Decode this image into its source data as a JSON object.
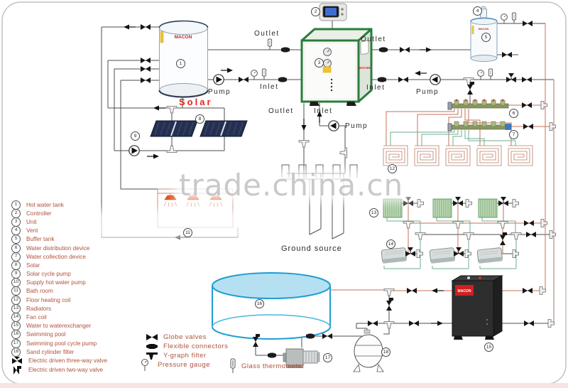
{
  "watermark": "trade.china.cn",
  "brand": "MACON",
  "labels": {
    "solar": "Solar",
    "pump": "Pump",
    "outlet": "Outlet",
    "inlet": "Inlet",
    "ground_source": "Ground source"
  },
  "legend": {
    "numbered": [
      {
        "num": "1",
        "label": "Hot water tank"
      },
      {
        "num": "2",
        "label": "Controller"
      },
      {
        "num": "3",
        "label": "Unit"
      },
      {
        "num": "4",
        "label": "Vent"
      },
      {
        "num": "5",
        "label": "Buffer tank"
      },
      {
        "num": "6",
        "label": "Water distribution device"
      },
      {
        "num": "7",
        "label": "Water collection device"
      },
      {
        "num": "8",
        "label": "Solar"
      },
      {
        "num": "9",
        "label": "Solar cycle pump"
      },
      {
        "num": "10",
        "label": "Supply hot water pump"
      },
      {
        "num": "11",
        "label": "Bath room"
      },
      {
        "num": "12",
        "label": "Floor heating coil"
      },
      {
        "num": "13",
        "label": "Radiators"
      },
      {
        "num": "14",
        "label": "Fan coil"
      },
      {
        "num": "15",
        "label": "Water to waterexchanger"
      },
      {
        "num": "16",
        "label": "Swimming pool"
      },
      {
        "num": "17",
        "label": "Swimming pool cycle pump"
      },
      {
        "num": "18",
        "label": "Sand cylinder filter"
      }
    ],
    "valve_items": [
      {
        "label": "Electric driven three-way valve"
      },
      {
        "label": "Electric driven two-way valve"
      }
    ],
    "symbol_items": [
      {
        "label": "Globe valves"
      },
      {
        "label": "Flexible connectors"
      },
      {
        "label": "Y-graph filter"
      },
      {
        "label": "Pressure gauge"
      },
      {
        "label": "Glass thermometer"
      }
    ]
  },
  "colors": {
    "hot_pipe": "#c4705a",
    "return_pipe": "#6fae91",
    "pool_blue": "#1f9ed1",
    "unit_green": "#2a7d3a",
    "legend_text": "#b0503a",
    "brand_red": "#cc1f1f"
  }
}
